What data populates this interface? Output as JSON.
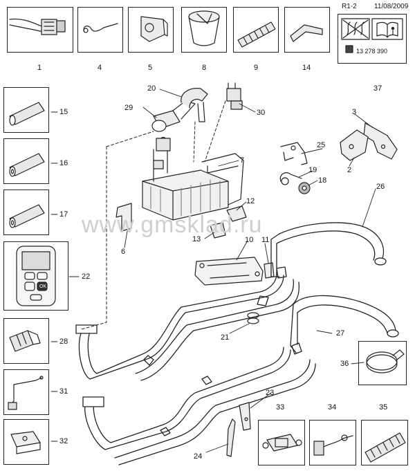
{
  "header": {
    "page_code": "R1-2",
    "date": "11/08/2009"
  },
  "watermark": "www.gmsklad.ru",
  "part_number": "13 278 390",
  "icon_box_label": "37",
  "top_row": [
    "1",
    "4",
    "5",
    "8",
    "9",
    "14"
  ],
  "left_column": [
    "15",
    "16",
    "17",
    "22",
    "28",
    "31",
    "32"
  ],
  "bottom_row": [
    "33",
    "34",
    "35"
  ],
  "side_box": "36",
  "callouts": [
    "2",
    "3",
    "6",
    "7",
    "10",
    "11",
    "12",
    "13",
    "18",
    "19",
    "20",
    "21",
    "23",
    "24",
    "25",
    "26",
    "27",
    "29",
    "30"
  ],
  "remote": {
    "ok_label": "OK"
  }
}
